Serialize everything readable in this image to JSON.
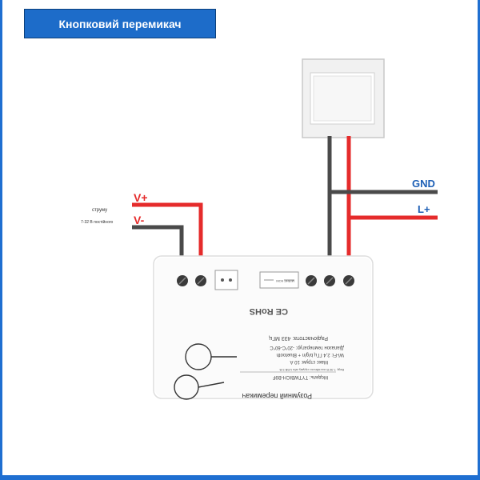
{
  "title": "Кнопковий перемикач",
  "labels": {
    "vplus": "V+",
    "vminus": "V-",
    "gnd": "GND",
    "lplus": "L+",
    "supply_line1": "струму",
    "supply_line2": "7-32 В постійного"
  },
  "module": {
    "name": "Розумний перемикач",
    "model": "Модель: TYTWBICH-B9F",
    "input": "Вхід: 7-32 В постійного струму або USB 5 В",
    "max_current": "Макс струм: 10 А",
    "wifi": "Wi-Fi: 2,4 ГГц b/g/n + Bluetooth",
    "temp_range": "Діапазон температур: -20°C-60°C",
    "radio_freq": "Радіочастота: 433 МГц",
    "certs": "CE RoHS",
    "switch_label": "МІЯНЕ КОМ"
  },
  "colors": {
    "accent": "#1d6cc9",
    "wire_red": "#e52b2b",
    "wire_dark": "#4a4a4a",
    "label_blue": "#1d5fb5"
  }
}
